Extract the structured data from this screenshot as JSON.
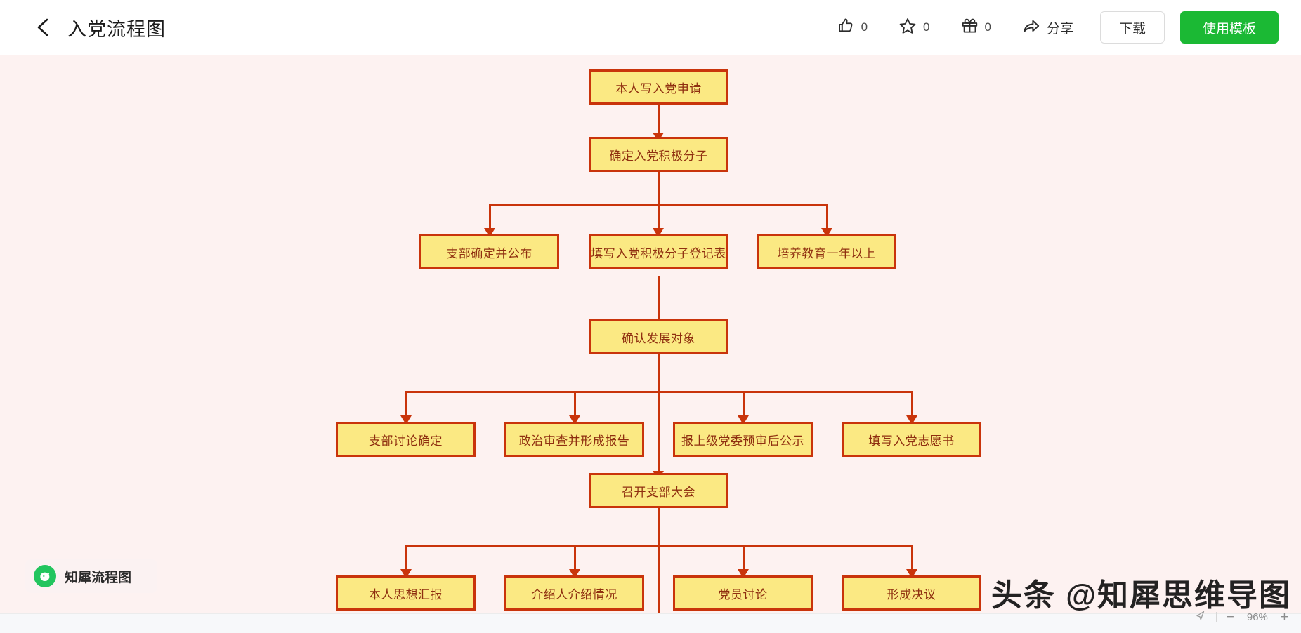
{
  "header": {
    "back_icon": "chevron-left-icon",
    "title": "入党流程图",
    "actions": [
      {
        "icon": "thumbs-up-icon",
        "name": "like",
        "count": "0"
      },
      {
        "icon": "star-icon",
        "name": "favorite",
        "count": "0"
      },
      {
        "icon": "gift-icon",
        "name": "gift",
        "count": "0"
      },
      {
        "icon": "share-icon",
        "name": "share",
        "label": "分享"
      }
    ],
    "download_label": "下载",
    "use_template_label": "使用模板"
  },
  "canvas": {
    "background_color": "#fdf2f1",
    "node_fill": "#fbe983",
    "node_border": "#c9340b",
    "node_text_color": "#8f2f10"
  },
  "flow": {
    "title": "入党流程图",
    "nodes": [
      {
        "id": "n1",
        "label": "本人写入党申请"
      },
      {
        "id": "n2",
        "label": "确定入党积极分子"
      },
      {
        "id": "n3",
        "label": "支部确定并公布"
      },
      {
        "id": "n4",
        "label": "填写入党积极分子登记表"
      },
      {
        "id": "n5",
        "label": "培养教育一年以上"
      },
      {
        "id": "n6",
        "label": "确认发展对象"
      },
      {
        "id": "n7",
        "label": "支部讨论确定"
      },
      {
        "id": "n8",
        "label": "政治审查并形成报告"
      },
      {
        "id": "n9",
        "label": "报上级党委预审后公示"
      },
      {
        "id": "n10",
        "label": "填写入党志愿书"
      },
      {
        "id": "n11",
        "label": "召开支部大会"
      },
      {
        "id": "n12",
        "label": "本人思想汇报"
      },
      {
        "id": "n13",
        "label": "介绍人介绍情况"
      },
      {
        "id": "n14",
        "label": "党员讨论"
      },
      {
        "id": "n15",
        "label": "形成决议"
      }
    ]
  },
  "watermarks": {
    "badge_text": "知犀流程图",
    "badge_logo": "rhino-logo-icon",
    "corner_text": "头条 @知犀思维导图"
  },
  "zoombar": {
    "pointer_icon": "cursor-pointer-icon",
    "minus_label": "−",
    "zoom_value": "96%",
    "plus_label": "+"
  }
}
